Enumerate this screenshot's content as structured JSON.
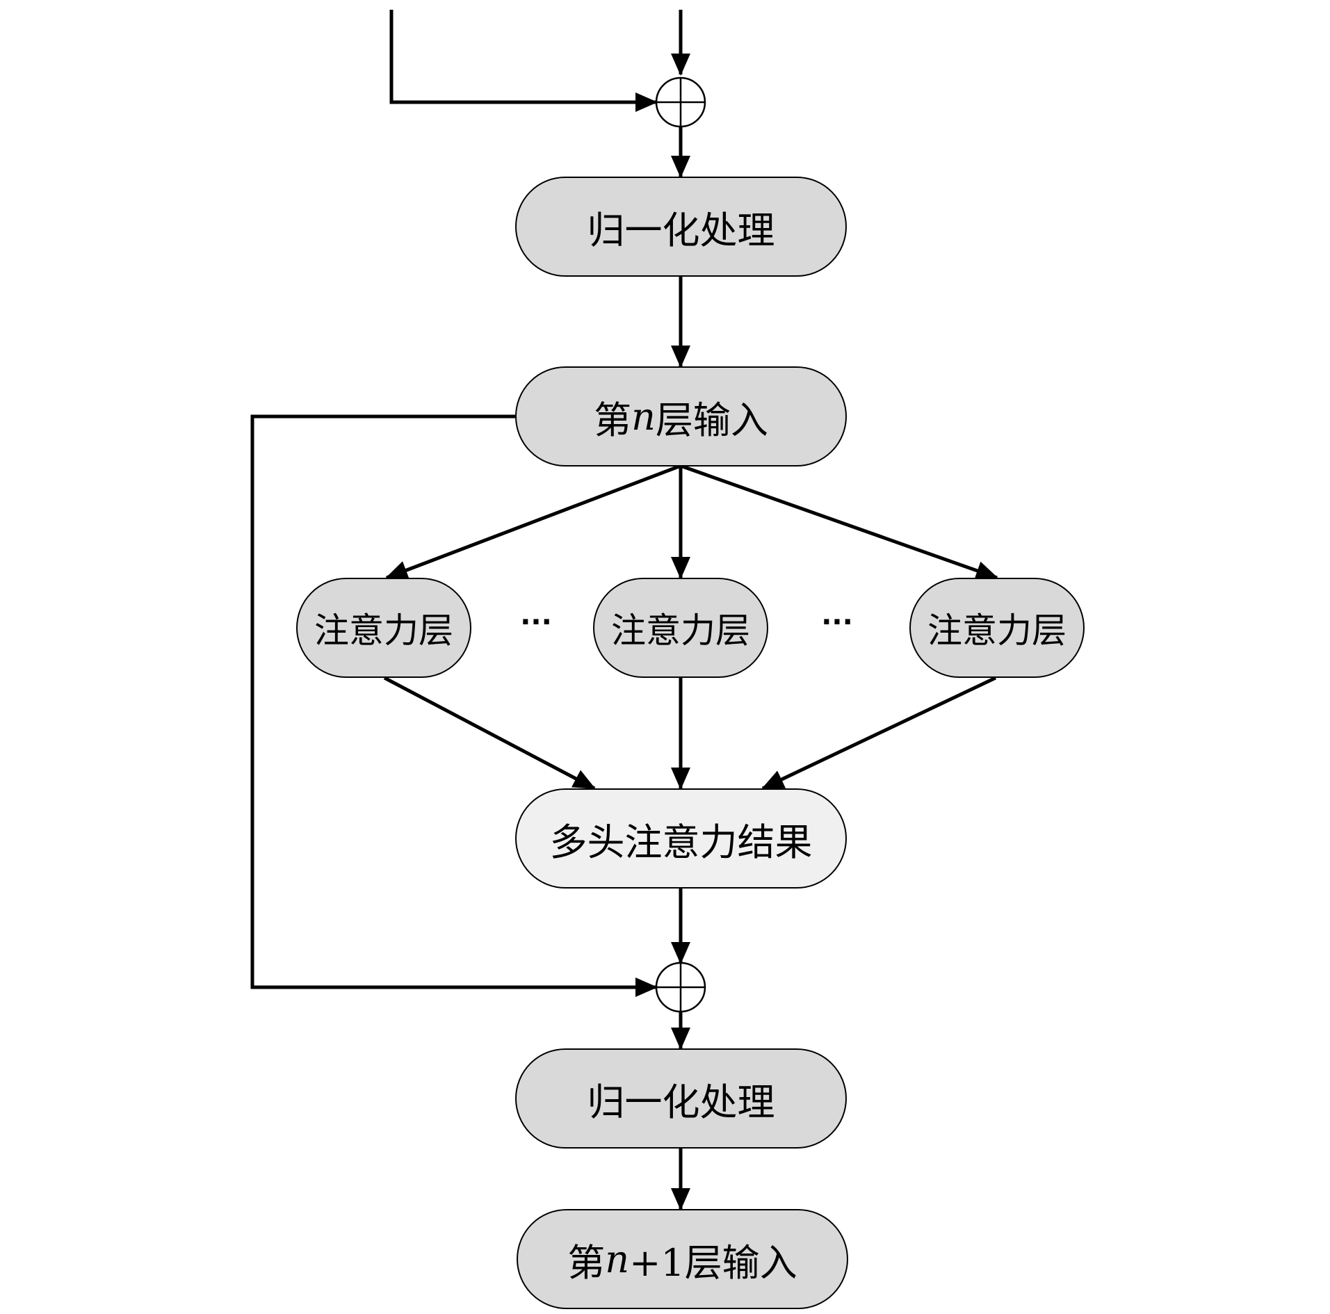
{
  "nodes": {
    "norm_top": "归一化处理",
    "layer_n_input_prefix": "第",
    "layer_n_input_var": "n",
    "layer_n_input_suffix": "层输入",
    "attention_1": "注意力层",
    "attention_2": "注意力层",
    "attention_3": "注意力层",
    "ellipsis_1": "···",
    "ellipsis_2": "···",
    "multihead_result": "多头注意力结果",
    "norm_bottom": "归一化处理",
    "layer_n1_input_prefix": "第",
    "layer_n1_input_var": "n",
    "layer_n1_input_suffix": "+1层输入"
  },
  "colors": {
    "node_fill": "#d9d9d9",
    "result_fill": "#f0f0f0",
    "stroke": "#000000"
  }
}
